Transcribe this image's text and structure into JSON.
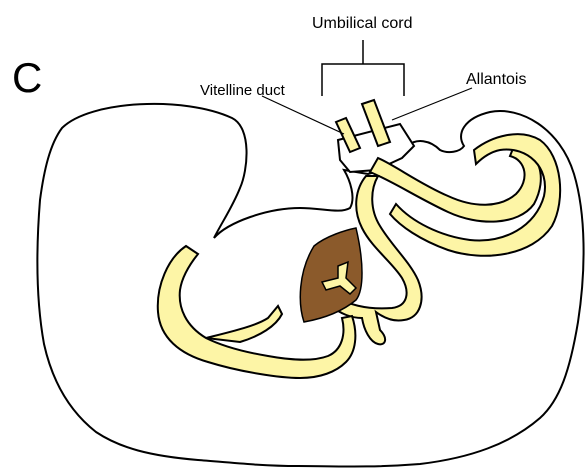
{
  "figure": {
    "panel_letter": "C",
    "labels": {
      "umbilical_cord": "Umbilical cord",
      "vitelline_duct": "Vitelline duct",
      "allantois": "Allantois"
    },
    "colors": {
      "outline": "#000000",
      "endoderm_fill": "#fdf5a6",
      "yolk_fill": "#8b5a2b",
      "background": "#ffffff"
    }
  }
}
